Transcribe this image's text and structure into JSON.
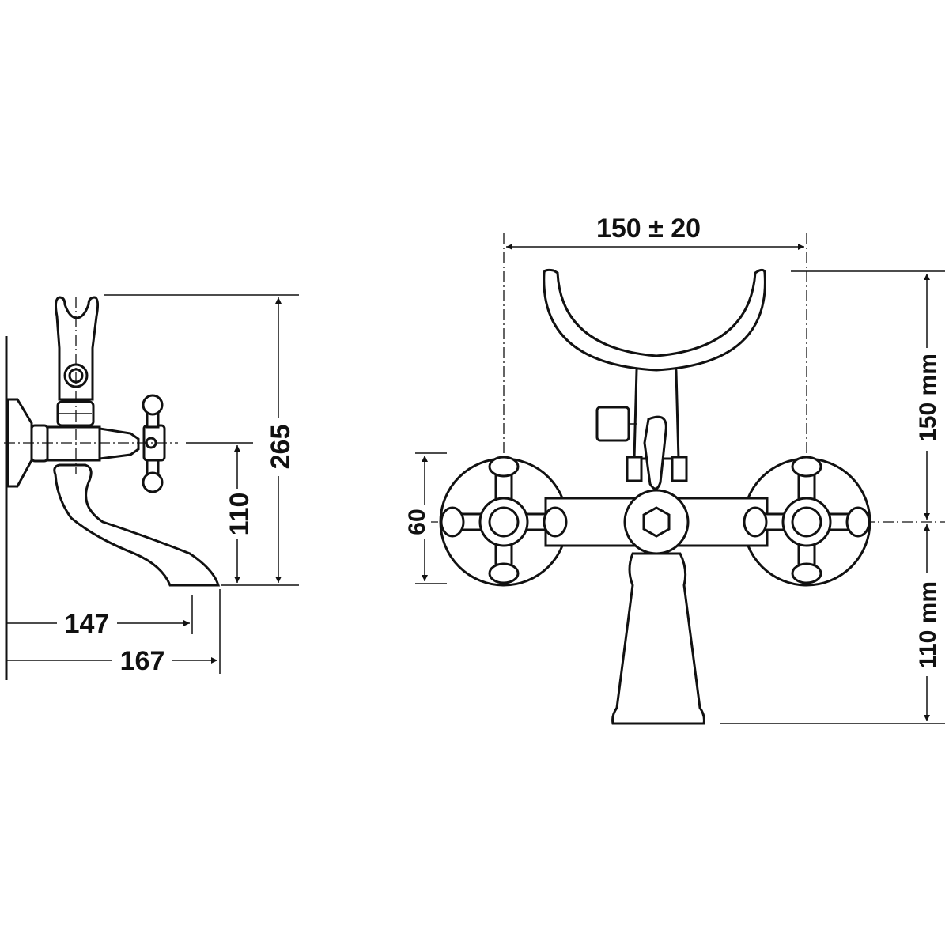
{
  "side_view": {
    "dimensions": {
      "total_height": "265",
      "spout_height": "110",
      "spout_reach": "147",
      "total_depth": "167"
    }
  },
  "front_view": {
    "dimensions": {
      "center_distance": "150 ± 20",
      "upper_height": "150 mm",
      "lower_height": "110 mm",
      "plate_diameter": "60"
    }
  },
  "colors": {
    "line": "#111111",
    "background": "#ffffff"
  }
}
